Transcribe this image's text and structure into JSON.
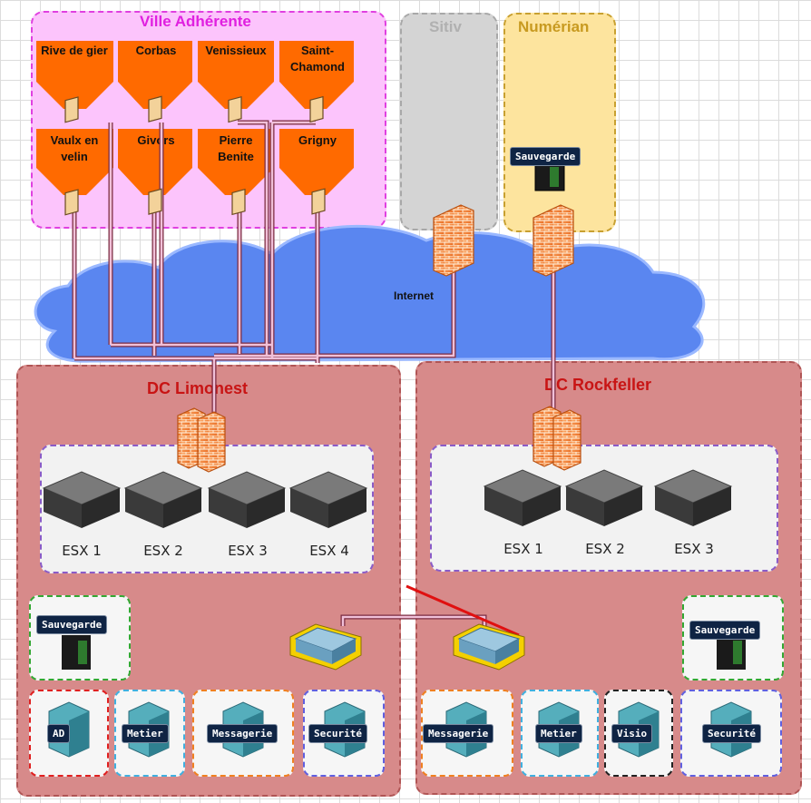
{
  "zones": {
    "ville": "Ville Adhérente",
    "sitiv": "Sitiv",
    "numerian": "Numérian"
  },
  "cities": [
    "Rive de gier",
    "Corbas",
    "Venissieux",
    "Saint-\nChamond",
    "Vaulx en\nvelin",
    "Givors",
    "Pierre\nBenite",
    "Grigny"
  ],
  "cloud": "Internet",
  "numerian_badge": "Sauvegarde",
  "dc_left": {
    "title": "DC   Limonest",
    "esx": [
      "ESX 1",
      "ESX 2",
      "ESX 3",
      "ESX 4"
    ],
    "sauvegarde": "Sauvegarde",
    "services": [
      "AD",
      "Metier",
      "Messagerie",
      "Securité"
    ]
  },
  "dc_right": {
    "title": "DC   Rockfeller",
    "esx": [
      "ESX 1",
      "ESX 2",
      "ESX 3"
    ],
    "sauvegarde": "Sauvegarde",
    "services": [
      "Messagerie",
      "Metier",
      "Visio",
      "Securité"
    ]
  },
  "colors": {
    "ville_bg": "#fcc4fc",
    "sitiv_bg": "#d4d4d4",
    "numerian_bg": "#fde49e",
    "dc_bg": "#d78a8a",
    "dc_title": "#c81414",
    "cloud": "#6b8df5",
    "city_shape": "#ff6a00",
    "link_red": "#e01010"
  },
  "icons": [
    "firewall-icon",
    "server-icon",
    "switch-icon",
    "tower-server-icon",
    "city-building-icon"
  ]
}
